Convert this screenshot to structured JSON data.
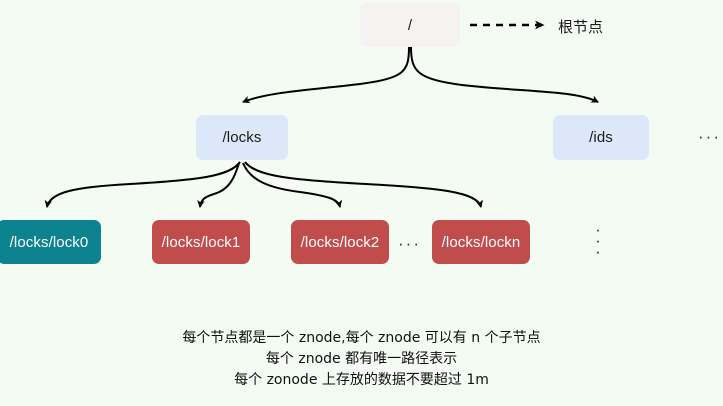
{
  "diagram": {
    "title_semantic": "zookeeper-znode-tree",
    "background_color": "#f3fbf3",
    "nodes": {
      "root": {
        "label": "/",
        "color": "#f7f2f2"
      },
      "locks": {
        "label": "/locks",
        "color": "#dce7f9"
      },
      "ids": {
        "label": "/ids",
        "color": "#dce7f9"
      },
      "lock0": {
        "label": "/locks/lock0",
        "color": "#0e8390"
      },
      "lock1": {
        "label": "/locks/lock1",
        "color": "#c04c4c"
      },
      "lock2": {
        "label": "/locks/lock2",
        "color": "#c04c4c"
      },
      "lockn": {
        "label": "/locks/lockn",
        "color": "#c04c4c"
      }
    },
    "annotations": {
      "root_note": "根节点"
    },
    "ellipses": {
      "level1_more": "···",
      "locks_more": "···",
      "locks_vertical_more": [
        "·",
        "·",
        "·"
      ]
    },
    "caption": {
      "line1": "每个节点都是一个 znode,每个 znode 可以有 n 个子节点",
      "line2": "每个 znode 都有唯一路径表示",
      "line3": "每个 zonode 上存放的数据不要超过 1m"
    }
  }
}
